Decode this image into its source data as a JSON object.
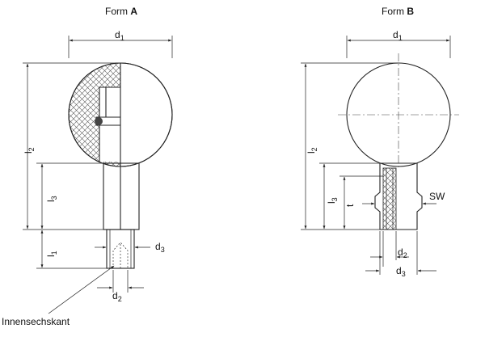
{
  "form_a": {
    "title_prefix": "Form ",
    "title_letter": "A",
    "d1": {
      "base": "d",
      "sub": "1"
    },
    "d2": {
      "base": "d",
      "sub": "2"
    },
    "d3": {
      "base": "d",
      "sub": "3"
    },
    "l1": {
      "base": "l",
      "sub": "1"
    },
    "l2": {
      "base": "l",
      "sub": "2"
    },
    "l3": {
      "base": "l",
      "sub": "3"
    },
    "callout": "Innensechskant"
  },
  "form_b": {
    "title_prefix": "Form ",
    "title_letter": "B",
    "d1": {
      "base": "d",
      "sub": "1"
    },
    "d2": {
      "base": "d",
      "sub": "2"
    },
    "d3": {
      "base": "d",
      "sub": "3"
    },
    "l2": {
      "base": "l",
      "sub": "2"
    },
    "l3": {
      "base": "l",
      "sub": "3"
    },
    "t": "t",
    "sw": "SW"
  },
  "colors": {
    "body_fill": "#eeeeee",
    "line": "#222222",
    "hatch": "#555555"
  }
}
